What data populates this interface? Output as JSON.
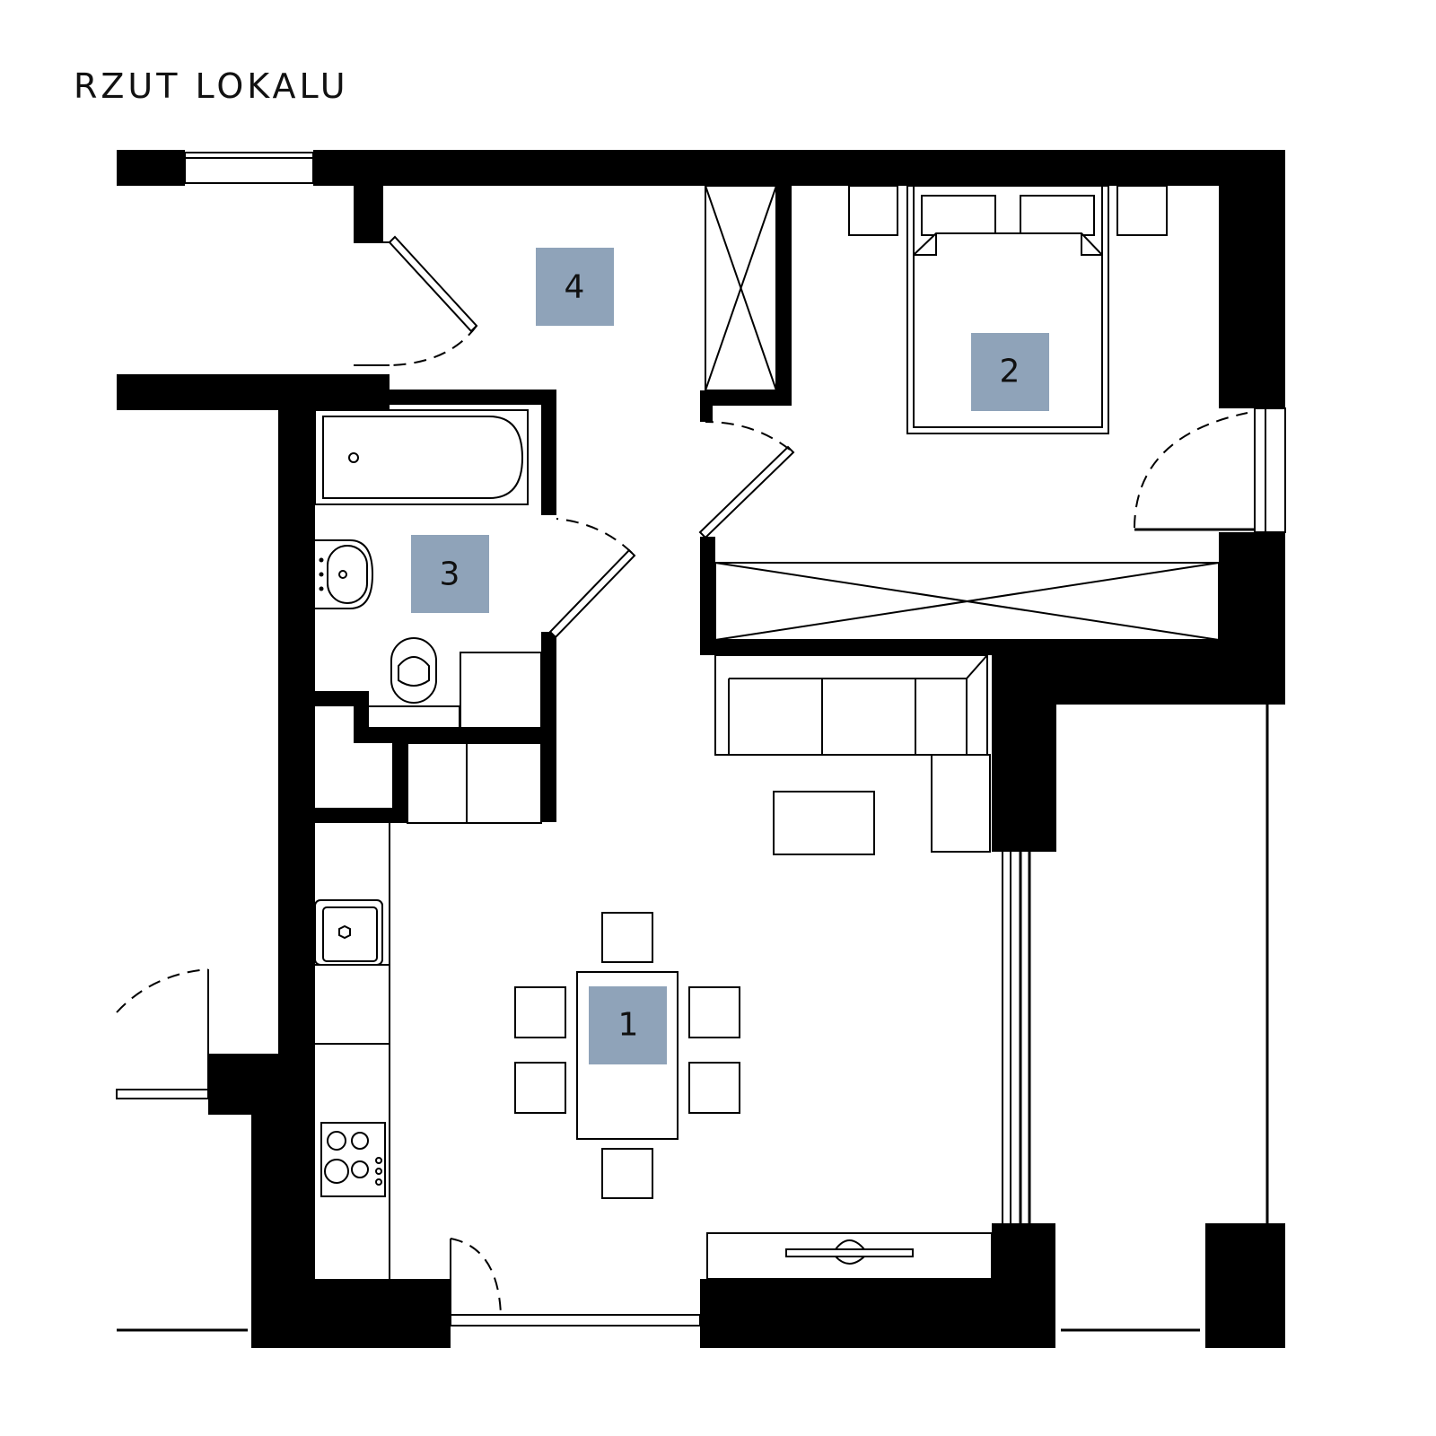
{
  "title": "RZUT LOKALU",
  "rooms": [
    {
      "number": "1"
    },
    {
      "number": "2"
    },
    {
      "number": "3"
    },
    {
      "number": "4"
    }
  ],
  "colors": {
    "room_tag": "#8fa3b9",
    "wall": "#000000",
    "background": "#ffffff"
  },
  "icons": [
    "door-swing-icon",
    "wardrobe-icon",
    "bed-icon",
    "bathtub-icon",
    "washbasin-icon",
    "toilet-icon",
    "sofa-icon",
    "dining-table-icon",
    "chair-icon",
    "cooktop-icon",
    "kitchen-sink-icon",
    "radiator-icon"
  ]
}
